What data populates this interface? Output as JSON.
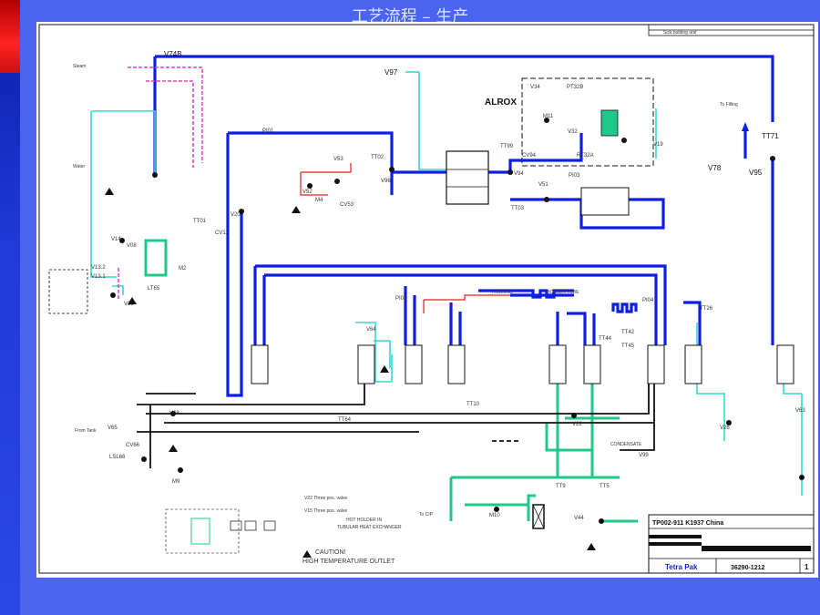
{
  "slide": {
    "title": "工艺流程 – 生产",
    "colors": {
      "background": "#4a64f0",
      "sheet": "#ffffff",
      "main_line": "#0f1fe0",
      "cold_line": "#36d6d6",
      "cip_line": "#1fc88a",
      "hot_line": "#e02020",
      "steam_line": "#e040c0"
    }
  },
  "drawing": {
    "section_label": "ALROX",
    "revision_text": "Sick bulding unit",
    "tags": {
      "V74B": "V74B",
      "V97": "V97",
      "PI01": "PI01",
      "V34": "V34",
      "PT32B": "PT32B",
      "M11": "M11",
      "V32": "V32",
      "RT32A": "RT32A",
      "V19": "V19",
      "TT99": "TT99",
      "CV94": "CV94",
      "V94": "V94",
      "PI03a": "PI03",
      "V51": "V51",
      "TT03": "TT03",
      "TT02": "TT02",
      "V96": "V96",
      "V53": "V53",
      "V52": "V52",
      "M4": "M4",
      "CV53": "CV53",
      "TT71": "TT71",
      "V78": "V78",
      "V95": "V95",
      "V20": "V20",
      "CV11": "CV11",
      "TT01": "TT01",
      "V14": "V14",
      "V08": "V08",
      "M2": "M2",
      "V13_2": "V13.2",
      "V13_1": "V13.1",
      "LT65": "LT65",
      "V15": "V15",
      "PI03b": "PI03",
      "V64": "V64",
      "PI04": "PI04",
      "TT26": "TT26",
      "TT44": "TT44",
      "TT42": "TT42",
      "TT45": "TT45",
      "TT64": "TT64",
      "TT10": "TT10",
      "V22": "V22",
      "V26": "V26",
      "V63": "V63",
      "V68": "V68",
      "V65": "V65",
      "CV66": "CV66",
      "LSL66": "LSL66",
      "M9": "M9",
      "V99": "V99",
      "TT9": "TT9",
      "TT5": "TT5",
      "M10": "M10",
      "V44": "V44"
    },
    "legend": {
      "v22": "V22 Three pos. valve",
      "v15": "V15 Three pos. valve",
      "hot": "HOT HOLDER IN",
      "heat": "TUBULAR HEAT EXCHANGER"
    },
    "caution_title": "CAUTION!",
    "caution_text": "HIGH TEMPERATURE OUTLET",
    "small_notes": {
      "holding": "HOLDING",
      "holder_top": "HOLDER TUBE",
      "from_tank": "From Tank",
      "to_filling": "To Filling",
      "steam": "Steam",
      "water": "Water",
      "to_cip": "To CIP",
      "cond": "CONDENSATE"
    },
    "title_block": {
      "project": "TP002-911 K1937 China",
      "company": "Tetra Pak",
      "drawing_no": "36290-1212",
      "sheet": "1"
    }
  }
}
